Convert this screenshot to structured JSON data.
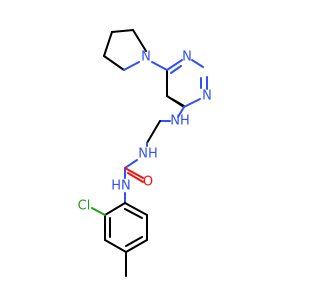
{
  "molecule": {
    "atoms": {
      "n_pyrrolidine": "N",
      "n_pyrimidine_top": "N",
      "n_pyrimidine_right": "N",
      "nh_amine": "NH",
      "nh_urea_upper": "NH",
      "nh_urea_lower": "HN",
      "o_carbonyl": "O",
      "cl": "Cl"
    },
    "colors": {
      "nitrogen": "#3050F8",
      "oxygen": "#FF0D0D",
      "chlorine": "#1FA01F",
      "carbon": "#000000"
    }
  }
}
